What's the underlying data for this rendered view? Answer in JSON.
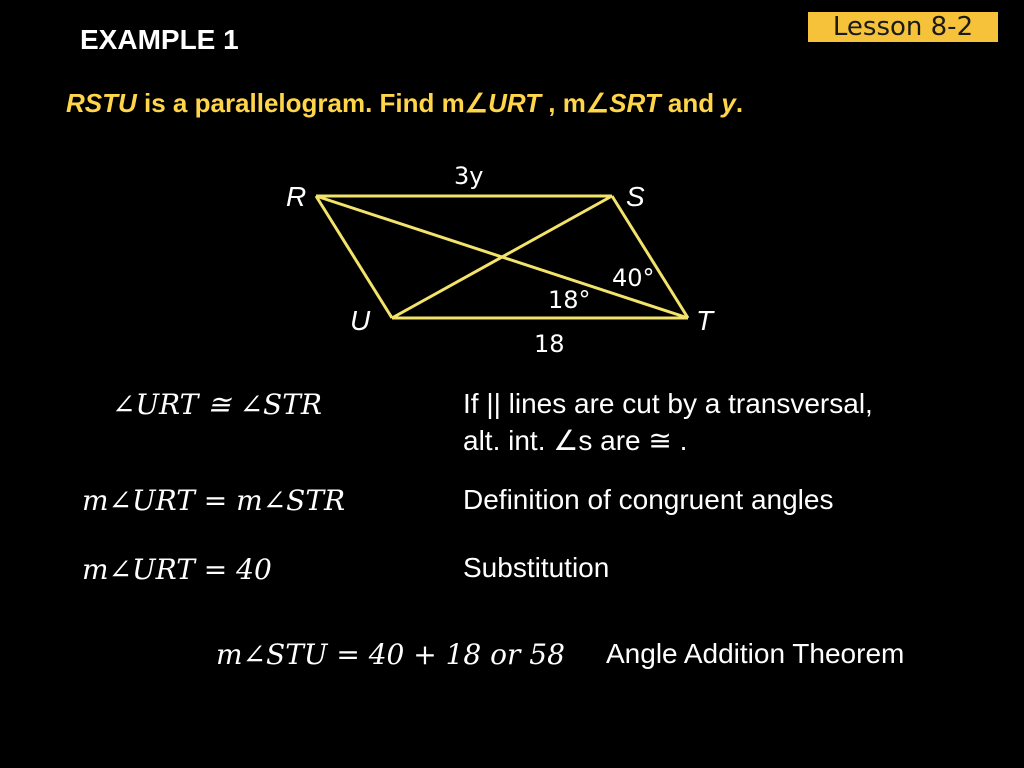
{
  "lesson_badge": "Lesson 8-2",
  "example_title": "EXAMPLE 1",
  "problem": {
    "part1": "RSTU",
    "part2": " is a parallelogram. Find m",
    "angle1": "URT",
    "part3": " , m",
    "angle2": "SRT",
    "part4": " and ",
    "var": "y",
    "part5": "."
  },
  "diagram": {
    "labels": {
      "R": "R",
      "S": "S",
      "T": "T",
      "U": "U"
    },
    "top_side": "3y",
    "bottom_side": "18",
    "angle_40": "40°",
    "angle_18": "18°"
  },
  "steps": [
    {
      "statement": "∠URT ≅ ∠STR",
      "reason_line1": "If || lines are cut by a transversal,",
      "reason_line2": "alt. int. ∠s are ≅ ."
    },
    {
      "statement": "m∠URT = m∠STR",
      "reason": "Definition of congruent angles"
    },
    {
      "statement": "m∠URT = 40",
      "reason": "Substitution"
    },
    {
      "statement": "m∠STU = 40 + 18 or 58",
      "reason": "Angle Addition Theorem"
    }
  ],
  "colors": {
    "accent": "#ffd54a",
    "badge": "#f5c23a",
    "background": "#000000",
    "lines": "#f2e36b"
  }
}
